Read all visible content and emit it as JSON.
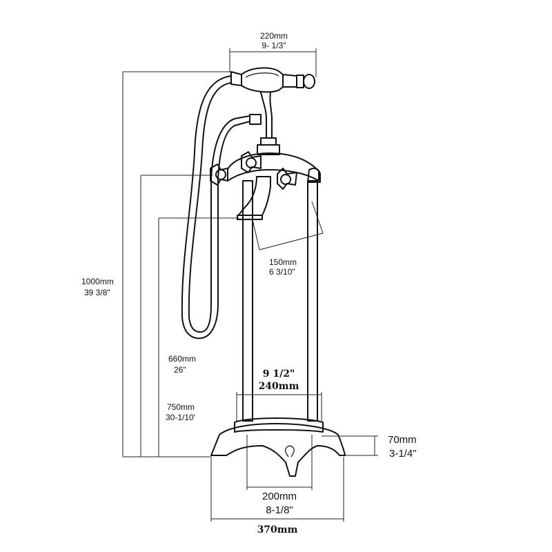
{
  "dimensions": {
    "top_width_mm": "220mm",
    "top_width_in": "9- 1/3\"",
    "total_height_mm": "1000mm",
    "total_height_in": "39 3/8\"",
    "spout_reach_mm": "150mm",
    "spout_reach_in": "6 3/10\"",
    "spout_height_mm": "660mm",
    "spout_height_in": "26\"",
    "handle_height_mm": "750mm",
    "handle_height_in": "30-1/10'",
    "leg_spacing_in": "9 1/2\"",
    "leg_spacing_mm": "240mm",
    "base_height_mm": "70mm",
    "base_height_in": "3-1/4\"",
    "inner_base_mm": "200mm",
    "inner_base_in": "8-1/8\"",
    "outer_base_mm": "370mm"
  }
}
